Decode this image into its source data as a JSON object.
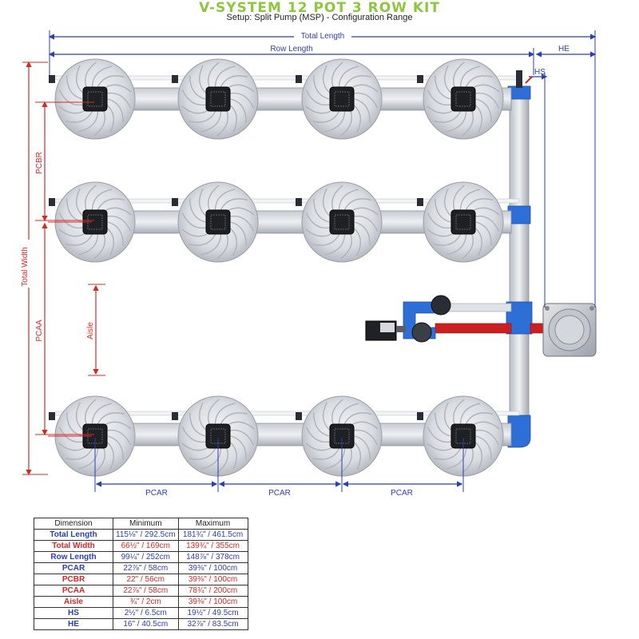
{
  "title": "V-SYSTEM 12 POT 3 ROW KIT",
  "subtitle": "Setup: Split Pump (MSP) - Configuration Range",
  "labels": {
    "total_length": "Total Length",
    "row_length": "Row Length",
    "he": "HE",
    "hs": "HS",
    "pcbr": "PCBR",
    "total_width": "Total Width",
    "pcaa": "PCAA",
    "aisle": "Aisle",
    "pcar": "PCAR"
  },
  "colors": {
    "title": "#8dc63f",
    "blue": "#2b3fb5",
    "red": "#d62828",
    "pipe_blue": "#2d6fd6",
    "pipe_red": "#cc1f1f"
  },
  "table": {
    "headers": [
      "Dimension",
      "Minimum",
      "Maximum"
    ],
    "rows": [
      {
        "name": "Total Length",
        "min": "115⅛\" / 292.5cm",
        "max": "181¾\" / 461.5cm",
        "color": "blue"
      },
      {
        "name": "Total Width",
        "min": "66½\" / 169cm",
        "max": "139¾\" / 355cm",
        "color": "red"
      },
      {
        "name": "Row Length",
        "min": "99¼\" / 252cm",
        "max": "148⅞\" / 378cm",
        "color": "blue"
      },
      {
        "name": "PCAR",
        "min": "22⅞\" / 58cm",
        "max": "39⅜\" / 100cm",
        "color": "blue"
      },
      {
        "name": "PCBR",
        "min": "22\" / 56cm",
        "max": "39⅜\" / 100cm",
        "color": "red"
      },
      {
        "name": "PCAA",
        "min": "22⅞\" / 58cm",
        "max": "78¾\" / 200cm",
        "color": "red"
      },
      {
        "name": "Aisle",
        "min": "¾\" / 2cm",
        "max": "39⅜\" / 100cm",
        "color": "red"
      },
      {
        "name": "HS",
        "min": "2½\" / 6.5cm",
        "max": "19½\" / 49.5cm",
        "color": "blue"
      },
      {
        "name": "HE",
        "min": "16\" / 40.5cm",
        "max": "32⅞\" / 83.5cm",
        "color": "blue"
      }
    ]
  }
}
